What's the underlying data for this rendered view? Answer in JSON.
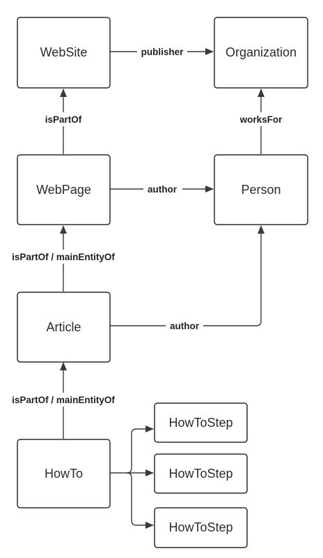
{
  "nodes": {
    "website": "WebSite",
    "organization": "Organization",
    "webpage": "WebPage",
    "person": "Person",
    "article": "Article",
    "howto": "HowTo",
    "howtostep_1": "HowToStep",
    "howtostep_2": "HowToStep",
    "howtostep_3": "HowToStep"
  },
  "edges": {
    "website_publisher_organization": "publisher",
    "webpage_ispartof_website": "isPartOf",
    "person_worksfor_organization": "worksFor",
    "webpage_author_person": "author",
    "article_ispartof_webpage": "isPartOf / mainEntityOf",
    "article_author_person": "author",
    "howto_ispartof_article": "isPartOf / mainEntityOf"
  },
  "colors": {
    "stroke": "#2b2b2b",
    "background": "#ffffff"
  }
}
